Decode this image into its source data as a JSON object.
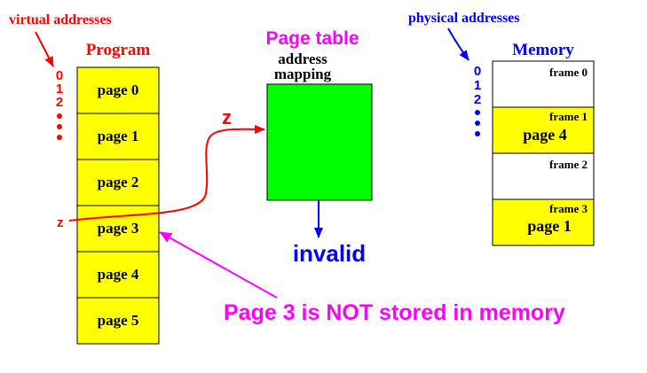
{
  "labels": {
    "virtual_addresses": "virtual addresses",
    "program": "Program",
    "page_table": "Page table",
    "address": "address",
    "mapping": "mapping",
    "physical_addresses": "physical addresses",
    "memory": "Memory",
    "z_small": "z",
    "z_big": "z",
    "invalid": "invalid",
    "note": "Page 3 is NOT stored in memory"
  },
  "virtual_index": [
    "0",
    "1",
    "2"
  ],
  "physical_index": [
    "0",
    "1",
    "2"
  ],
  "program_pages": [
    "page 0",
    "page 1",
    "page 2",
    "page 3",
    "page 4",
    "page 5"
  ],
  "memory_frames": [
    {
      "frame": "frame 0",
      "page": ""
    },
    {
      "frame": "frame 1",
      "page": "page 4"
    },
    {
      "frame": "frame 2",
      "page": ""
    },
    {
      "frame": "frame 3",
      "page": "page 1"
    }
  ],
  "colors": {
    "red": "#ff0000",
    "blue": "#0000ff",
    "magenta": "#ff00ff",
    "yellow": "#ffff00",
    "green": "#00ff00",
    "black": "#000000",
    "white": "#ffffff"
  }
}
